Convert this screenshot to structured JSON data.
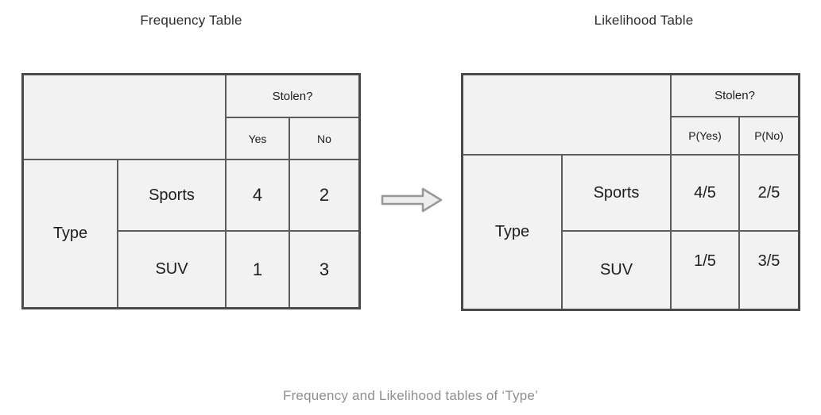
{
  "page": {
    "caption": "Frequency and Likelihood tables of ‘Type’"
  },
  "colors": {
    "cell_background": "#f2f2f2",
    "outer_border": "#4a4a4a",
    "inner_border": "#5c5c5c",
    "table_text": "#1c1c1c",
    "title_text": "#2d2d2d",
    "caption_text": "#8e8e8e",
    "arrow_fill": "#ededed",
    "arrow_stroke": "#979797"
  },
  "frequency_table": {
    "title": "Frequency Table",
    "column_group_header": "Stolen?",
    "columns": [
      "Yes",
      "No"
    ],
    "row_group_header": "Type",
    "rows": [
      {
        "label": "Sports",
        "values": [
          "4",
          "2"
        ]
      },
      {
        "label": "SUV",
        "values": [
          "1",
          "3"
        ]
      }
    ]
  },
  "likelihood_table": {
    "title": "Likelihood Table",
    "column_group_header": "Stolen?",
    "columns": [
      "P(Yes)",
      "P(No)"
    ],
    "row_group_header": "Type",
    "rows": [
      {
        "label": "Sports",
        "values": [
          "4/5",
          "2/5"
        ]
      },
      {
        "label": "SUV",
        "values": [
          "1/5",
          "3/5"
        ]
      }
    ]
  },
  "arrow": {
    "direction": "right",
    "meaning": "transforms-into"
  }
}
